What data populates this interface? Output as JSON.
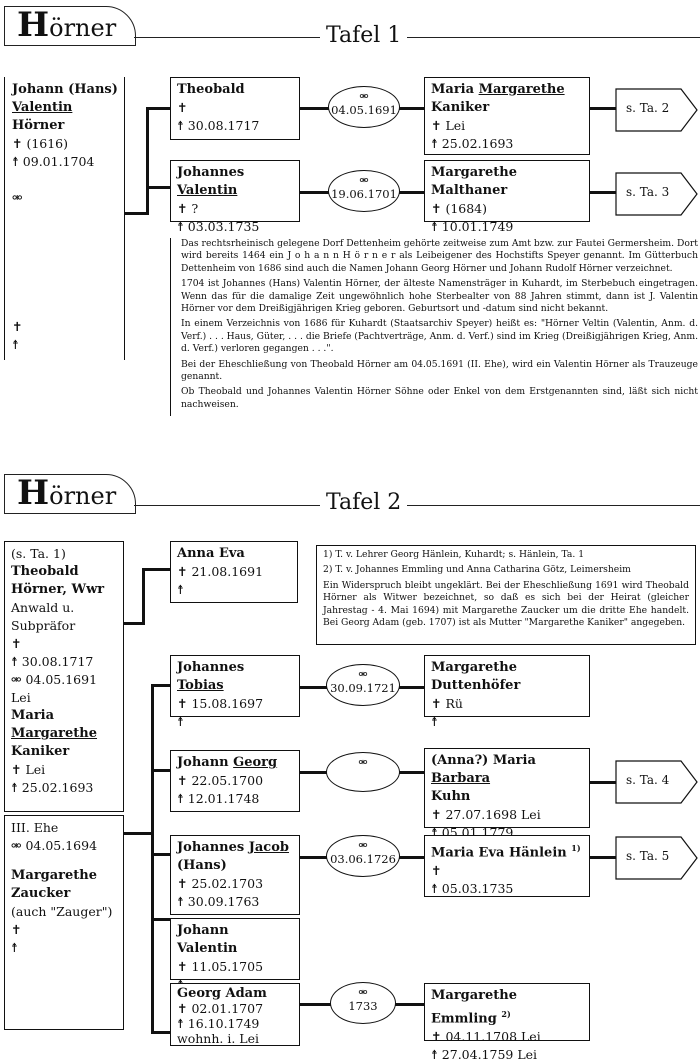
{
  "page1": {
    "family_initial": "H",
    "family_rest": "örner",
    "tafel": "Tafel 1",
    "root": {
      "line1": "Johann (Hans)",
      "line2": "Valentin",
      "line3": "Hörner",
      "born": "✝       (1616)",
      "died": "☨ 09.01.1704",
      "marr": "⚮",
      "born2": "✝",
      "died2": "☨"
    },
    "children": [
      {
        "name": "Theobald",
        "born": "✝",
        "died": "☨ 30.08.1717",
        "marriage": "04.05.1691",
        "spouse": {
          "name_a": "Maria ",
          "name_u": "Margarethe",
          "line2": "Kaniker",
          "born": "✝                Lei",
          "died": "☨ 25.02.1693"
        },
        "ref": "s. Ta. 2"
      },
      {
        "name_a": "Johannes ",
        "name_u": "Valentin",
        "born": "✝      ?",
        "died": "☨ 03.03.1735",
        "marriage": "19.06.1701",
        "spouse": {
          "name": "Margarethe Malthaner",
          "born": "✝         (1684)",
          "died": "☨ 10.01.1749"
        },
        "ref": "s. Ta. 3"
      }
    ],
    "notes": [
      "Das rechtsrheinisch gelegene Dorf Dettenheim gehörte zeitweise zum Amt bzw. zur Fautei Germersheim. Dort wird bereits 1464 ein J o h a n n H ö r n e r als Leibeigener des Hochstifts Speyer genannt. Im Gütterbuch Dettenheim von 1686 sind auch die Namen Johann Georg Hörner und Johann Rudolf Hörner verzeichnet.",
      "1704 ist Johannes (Hans) Valentin Hörner, der älteste Namensträger in Kuhardt, im Sterbebuch eingetragen. Wenn das für die damalige Zeit ungewöhnlich hohe Sterbealter von 88 Jahren stimmt, dann ist J. Valentin Hörner vor dem Dreißigjährigen Krieg geboren. Geburtsort und -datum sind nicht bekannt.",
      "In einem Verzeichnis von 1686 für Kuhardt (Staatsarchiv Speyer) heißt es: \"Hörner Veltin (Valentin, Anm. d. Verf.) . . . Haus, Güter, . . . die Briefe (Pachtverträge, Anm. d. Verf.) sind im Krieg (Dreißigjährigen Krieg, Anm. d. Verf.) verloren gegangen . . .\".",
      "Bei der Eheschließung von Theobald Hörner am 04.05.1691 (II. Ehe), wird ein Valentin Hörner als Trauzeuge genannt.",
      "Ob Theobald und Johannes Valentin Hörner Söhne oder Enkel von dem Erstgenannten sind, läßt sich nicht nachweisen."
    ]
  },
  "page2": {
    "family_initial": "H",
    "family_rest": "örner",
    "tafel": "Tafel 2",
    "root": {
      "ref": "(s. Ta. 1)",
      "line1": "Theobald",
      "line2": "Hörner, Wwr",
      "line3": "Anwald u. Subpräfor",
      "born": "✝",
      "died": "☨ 30.08.1717",
      "marr": "⚮ 04.05.1691 Lei",
      "wife1": "Maria",
      "wife2": "Margarethe",
      "wife3": "Kaniker",
      "wife_born": "✝                Lei",
      "wife_died": "☨ 25.02.1693",
      "ehe3": "III. Ehe",
      "ehe3_marr": "⚮ 04.05.1694",
      "wife3_1": "Margarethe",
      "wife3_2": "Zaucker",
      "wife3_3": "(auch \"Zauger\")",
      "wife3_born": "✝",
      "wife3_died": "☨"
    },
    "first_child": {
      "name": "Anna Eva",
      "born": "✝ 21.08.1691",
      "died": "☨"
    },
    "notes": [
      "1) T. v. Lehrer Georg Hänlein, Kuhardt; s. Hänlein, Ta. 1",
      "2) T. v. Johannes Emmling und Anna Catharina Götz, Leimersheim",
      "Ein Widerspruch bleibt ungeklärt. Bei der Eheschließung 1691 wird Theobald Hörner als Witwer bezeichnet, so daß es sich bei der Heirat (gleicher Jahrestag - 4. Mai 1694) mit Margarethe Zaucker um die dritte Ehe handelt. Bei Georg Adam (geb. 1707) ist als Mutter \"Margarethe Kaniker\" angegeben."
    ],
    "children": [
      {
        "name_a": "Johannes ",
        "name_u": "Tobias",
        "born": "✝ 15.08.1697",
        "died": "☨",
        "marriage": "30.09.1721",
        "spouse": {
          "name": "Margarethe Duttenhöfer",
          "born": "✝                Rü",
          "died": "☨"
        }
      },
      {
        "name_a": "Johann ",
        "name_u": "Georg",
        "born": "✝ 22.05.1700",
        "died": "☨ 12.01.1748",
        "marriage": "",
        "spouse": {
          "name_a": "(Anna?) Maria ",
          "name_u": "Barbara",
          "line2": "Kuhn",
          "born": "✝ 27.07.1698 Lei",
          "died": "☨ 05.01.1779"
        },
        "ref": "s. Ta. 4"
      },
      {
        "name_a": "Johannes ",
        "name_u": "Jacob",
        "line2": "(Hans)",
        "born": "✝ 25.02.1703",
        "died": "☨ 30.09.1763",
        "marriage": "03.06.1726",
        "spouse": {
          "name": "Maria Eva Hänlein",
          "sup": "1)",
          "born": "✝",
          "died": "☨ 05.03.1735"
        },
        "ref": "s. Ta. 5"
      },
      {
        "name": "Johann Valentin",
        "born": "✝ 11.05.1705",
        "died": "☨"
      },
      {
        "name": "Georg Adam",
        "born": "✝ 02.01.1707",
        "died": "☨ 16.10.1749",
        "line3": "wohnh. i. Lei",
        "marriage": "1733",
        "spouse": {
          "name": "Margarethe Emmling",
          "sup": "2)",
          "born": "✝ 04.11.1708 Lei",
          "died": "☨ 27.04.1759 Lei"
        }
      }
    ]
  }
}
